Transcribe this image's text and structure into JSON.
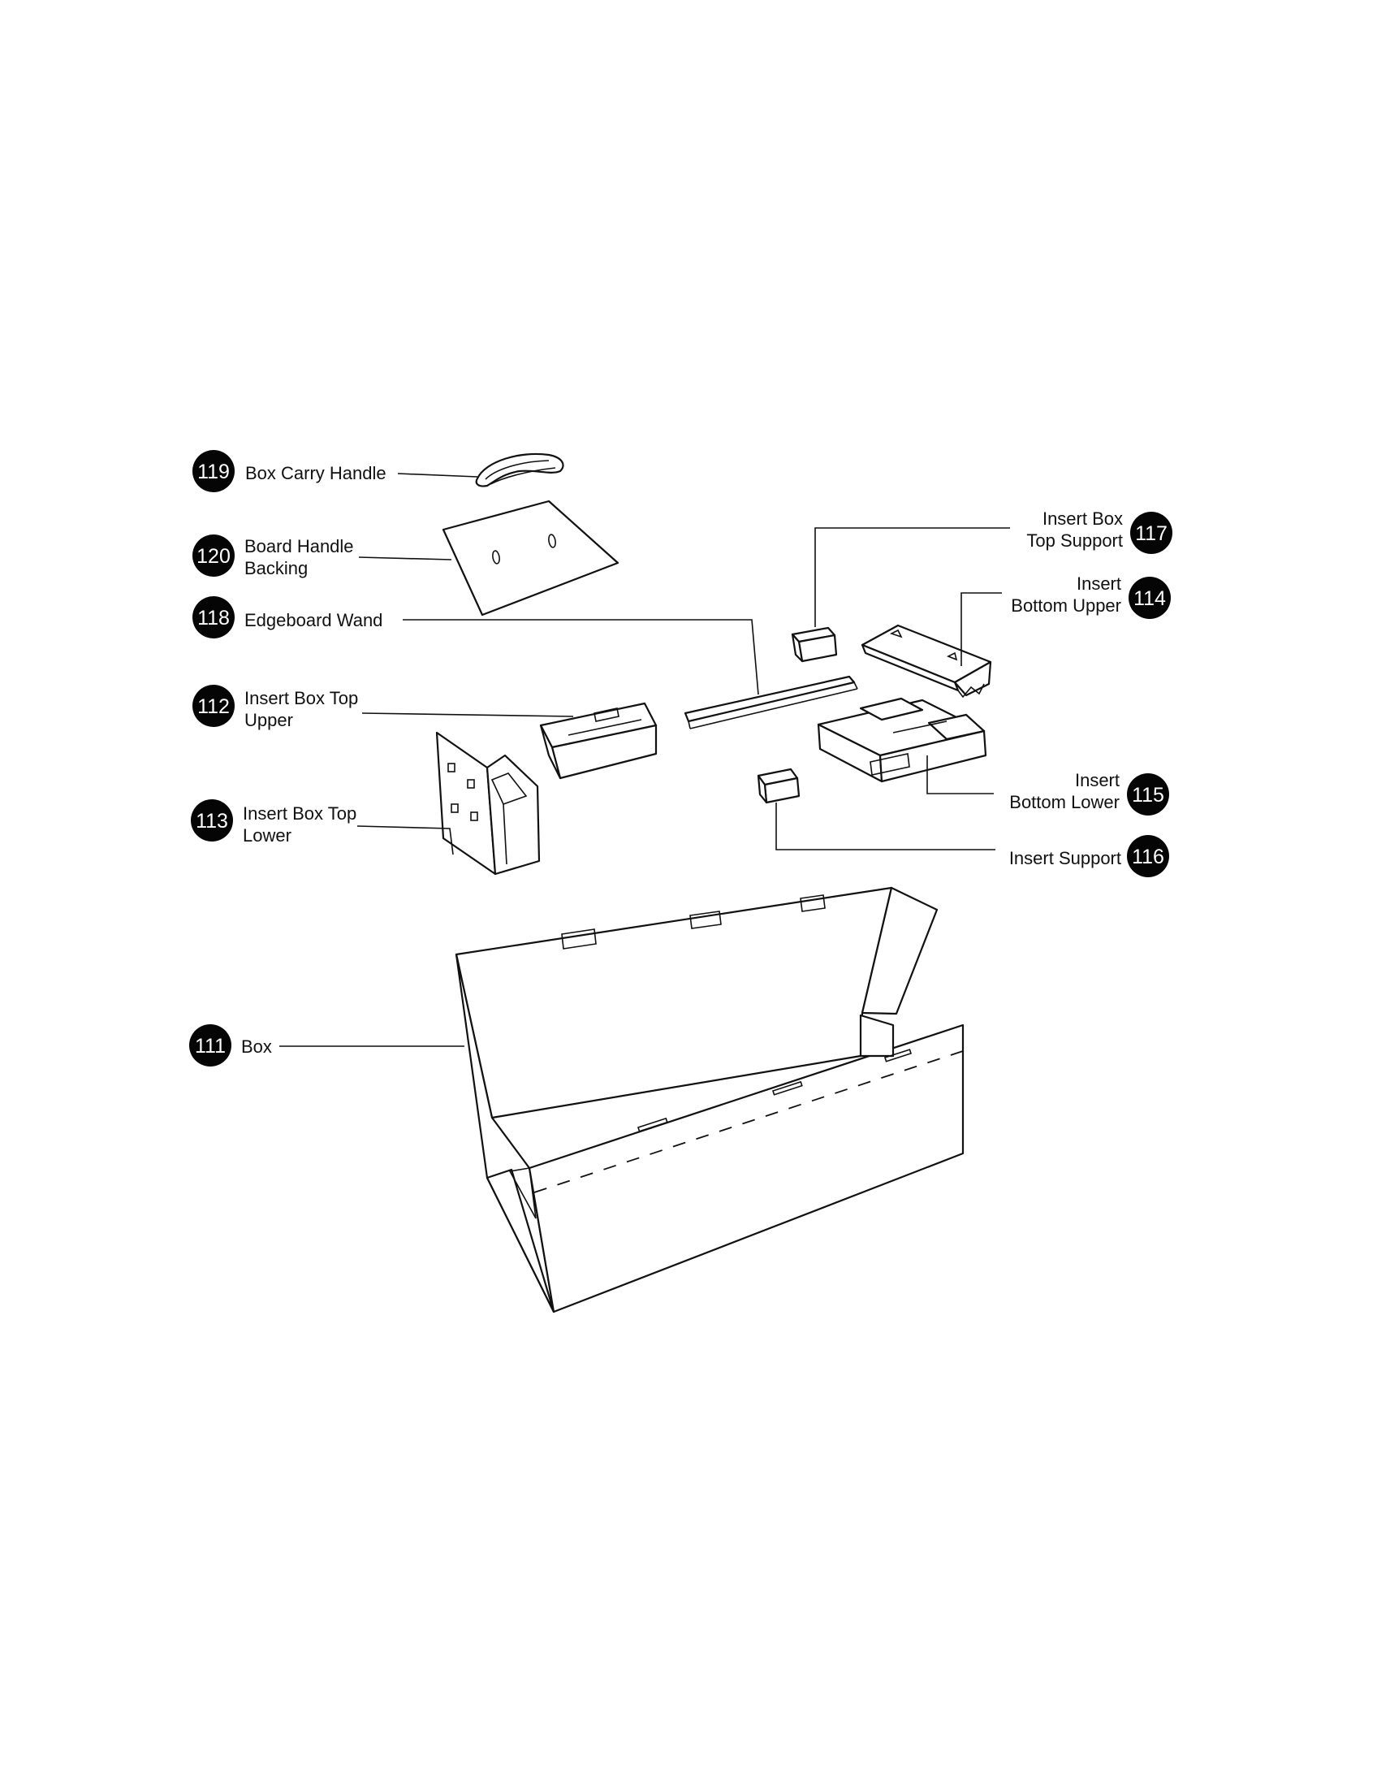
{
  "callouts": [
    {
      "id": "119",
      "lines": [
        "Box Carry Handle"
      ]
    },
    {
      "id": "120",
      "lines": [
        "Board Handle",
        "Backing"
      ]
    },
    {
      "id": "118",
      "lines": [
        "Edgeboard Wand"
      ]
    },
    {
      "id": "112",
      "lines": [
        "Insert Box Top",
        "Upper"
      ]
    },
    {
      "id": "113",
      "lines": [
        "Insert Box Top",
        "Lower"
      ]
    },
    {
      "id": "117",
      "lines": [
        "Insert Box",
        "Top Support"
      ]
    },
    {
      "id": "114",
      "lines": [
        "Insert",
        "Bottom Upper"
      ]
    },
    {
      "id": "115",
      "lines": [
        "Insert",
        "Bottom Lower"
      ]
    },
    {
      "id": "116",
      "lines": [
        "Insert Support"
      ]
    },
    {
      "id": "111",
      "lines": [
        "Box"
      ]
    }
  ]
}
